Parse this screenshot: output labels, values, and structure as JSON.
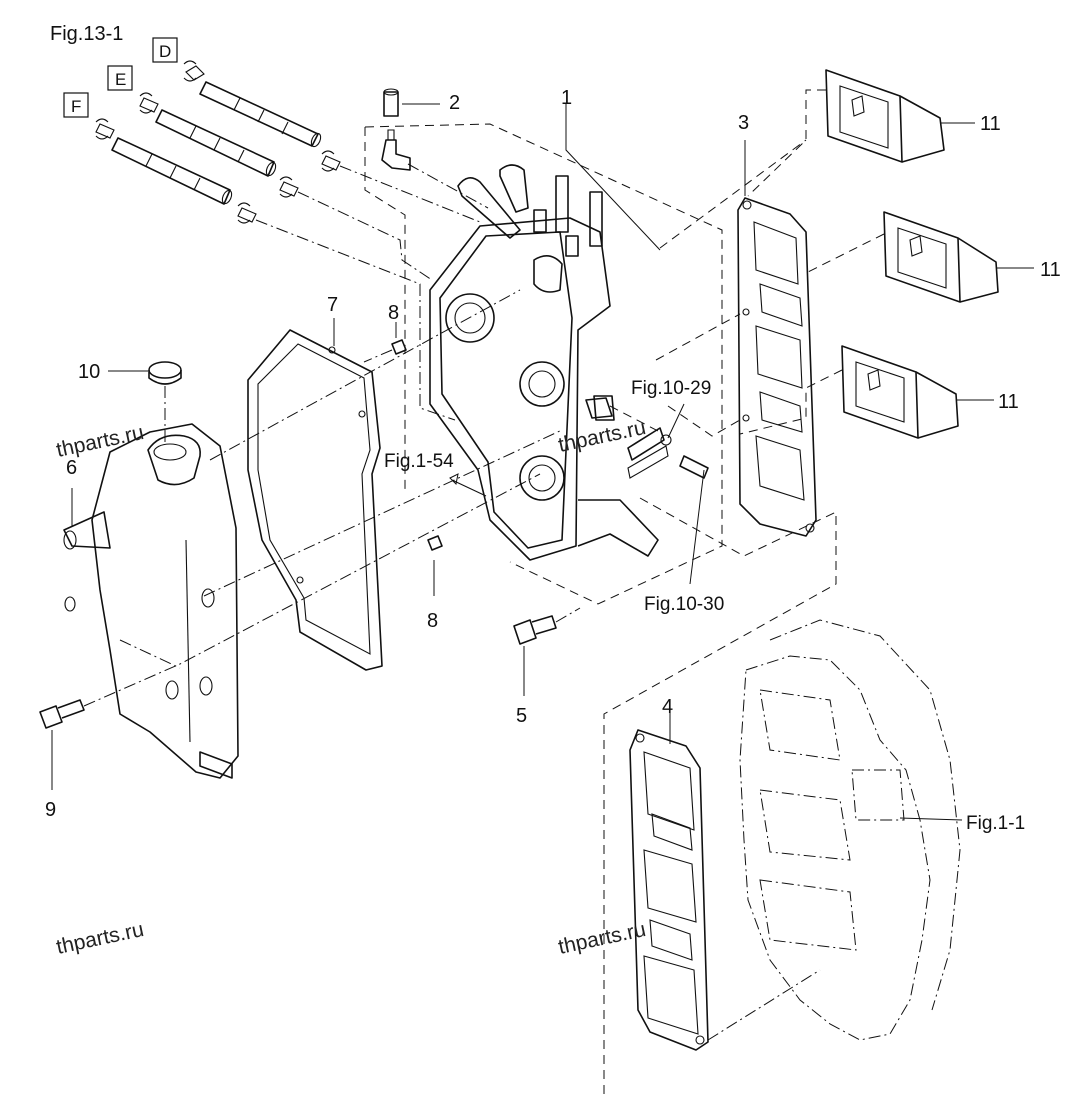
{
  "figure": {
    "title": "Fig.13-1",
    "callouts": {
      "c1": "1",
      "c2": "2",
      "c3": "3",
      "c4": "4",
      "c5": "5",
      "c6": "6",
      "c7": "7",
      "c8a": "8",
      "c8b": "8",
      "c9": "9",
      "c10": "10",
      "c11a": "11",
      "c11b": "11",
      "c11c": "11"
    },
    "references": {
      "fig_1_54": "Fig.1-54",
      "fig_10_29": "Fig.10-29",
      "fig_10_30": "Fig.10-30",
      "fig_1_1": "Fig.1-1"
    },
    "hose_labels": {
      "d": "D",
      "e": "E",
      "f": "F"
    },
    "watermarks": {
      "w1": "thparts.ru",
      "w2": "thparts.ru",
      "w3": "thparts.ru",
      "w4": "thparts.ru"
    }
  }
}
